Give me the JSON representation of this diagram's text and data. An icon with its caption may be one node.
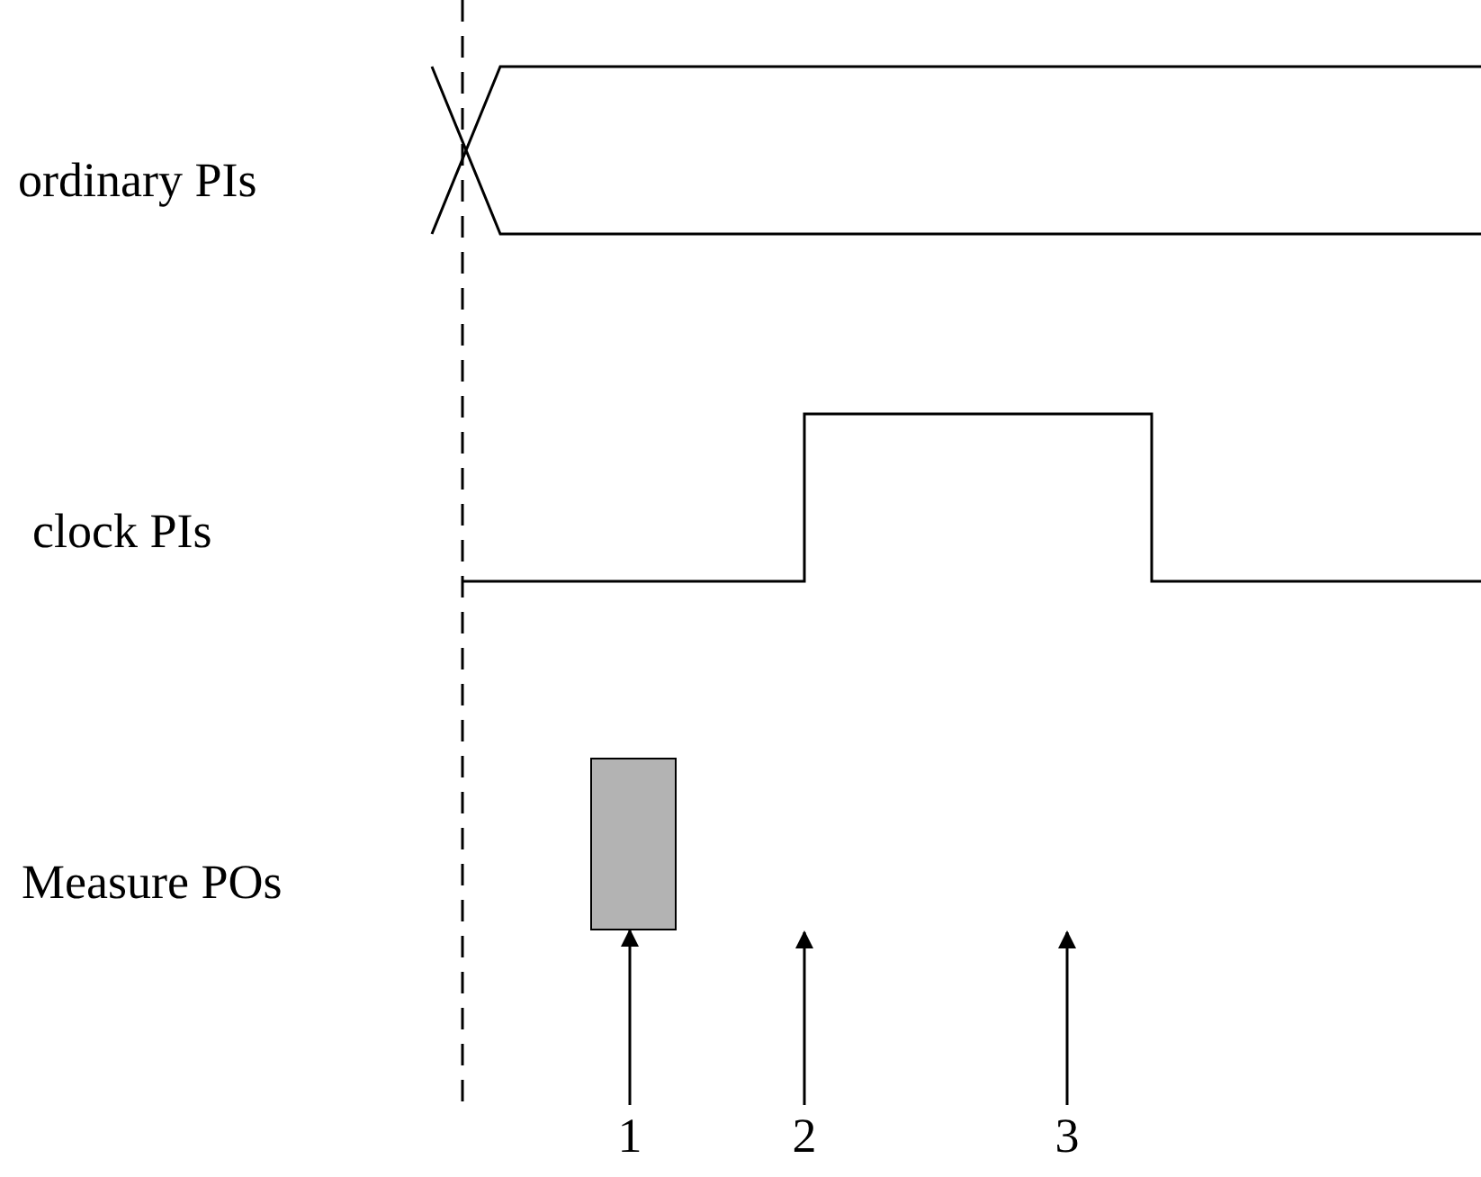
{
  "diagram": {
    "nodes": [
      {
        "text": [
          "1"
        ]
      },
      {
        "text": [],
        "shape": "box"
      },
      {
        "text": [
          "2"
        ]
      },
      {
        "text": [
          "3"
        ]
      }
    ],
    "edges": [
      {
        "from": 0,
        "to": 1,
        "arrow": "to"
      },
      {
        "from": 2,
        "to": null,
        "arrow": "to"
      },
      {
        "from": 3,
        "to": null,
        "arrow": "to"
      }
    ],
    "labels": [
      "ordinary PIs",
      "clock PIs",
      "Measure POs"
    ]
  }
}
